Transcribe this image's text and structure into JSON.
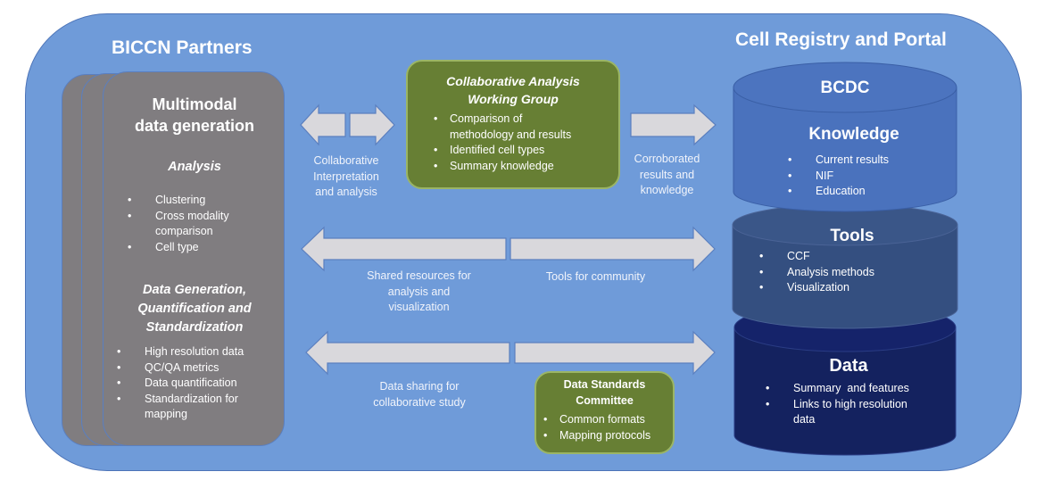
{
  "left_section": {
    "title": "BICCN Partners",
    "card": {
      "title_line1": "Multimodal",
      "title_line2": "data generation",
      "analysis_heading": "Analysis",
      "analysis_items": [
        "Clustering",
        "Cross modality comparison",
        "Cell type"
      ],
      "datagen_heading_line1": "Data Generation,",
      "datagen_heading_line2": "Quantification and",
      "datagen_heading_line3": "Standardization",
      "datagen_items": [
        "High resolution data",
        "QC/QA metrics",
        "Data quantification",
        "Standardization for mapping"
      ]
    }
  },
  "right_section": {
    "title": "Cell Registry and Portal",
    "knowledge_cylinder": {
      "top_label": "BCDC",
      "heading": "Knowledge",
      "items": [
        "Current results",
        "NIF",
        "Education"
      ]
    },
    "tools_cylinder": {
      "heading": "Tools",
      "items": [
        "CCF",
        "Analysis methods",
        "Visualization"
      ]
    },
    "data_cylinder": {
      "heading": "Data",
      "items": [
        "Summary  and features",
        "Links to high resolution data"
      ]
    }
  },
  "working_group": {
    "title_line1": "Collaborative Analysis",
    "title_line2": "Working Group",
    "items": [
      "Comparison of methodology and results",
      " Identified cell types",
      "Summary knowledge"
    ]
  },
  "standards_committee": {
    "title_line1": "Data Standards",
    "title_line2": "Committee",
    "items": [
      "Common formats",
      "Mapping protocols"
    ]
  },
  "arrow_labels": {
    "collaborative_line1": "Collaborative",
    "collaborative_line2": "Interpretation",
    "collaborative_line3": "and analysis",
    "corroborated_line1": "Corroborated",
    "corroborated_line2": "results and",
    "corroborated_line3": "knowledge",
    "shared_line1": "Shared resources for",
    "shared_line2": "analysis and",
    "shared_line3": "visualization",
    "tools_community": "Tools for community",
    "data_sharing_line1": "Data sharing for",
    "data_sharing_line2": "collaborative study"
  },
  "colors": {
    "background": "#6f9bd9",
    "partner_card": "#807d80",
    "green_box": "#677f34",
    "knowledge_cylinder": "#4a72bd",
    "tools_cylinder": "#344f80",
    "data_cylinder": "#14225f",
    "arrow_fill": "#d9d8dc"
  }
}
